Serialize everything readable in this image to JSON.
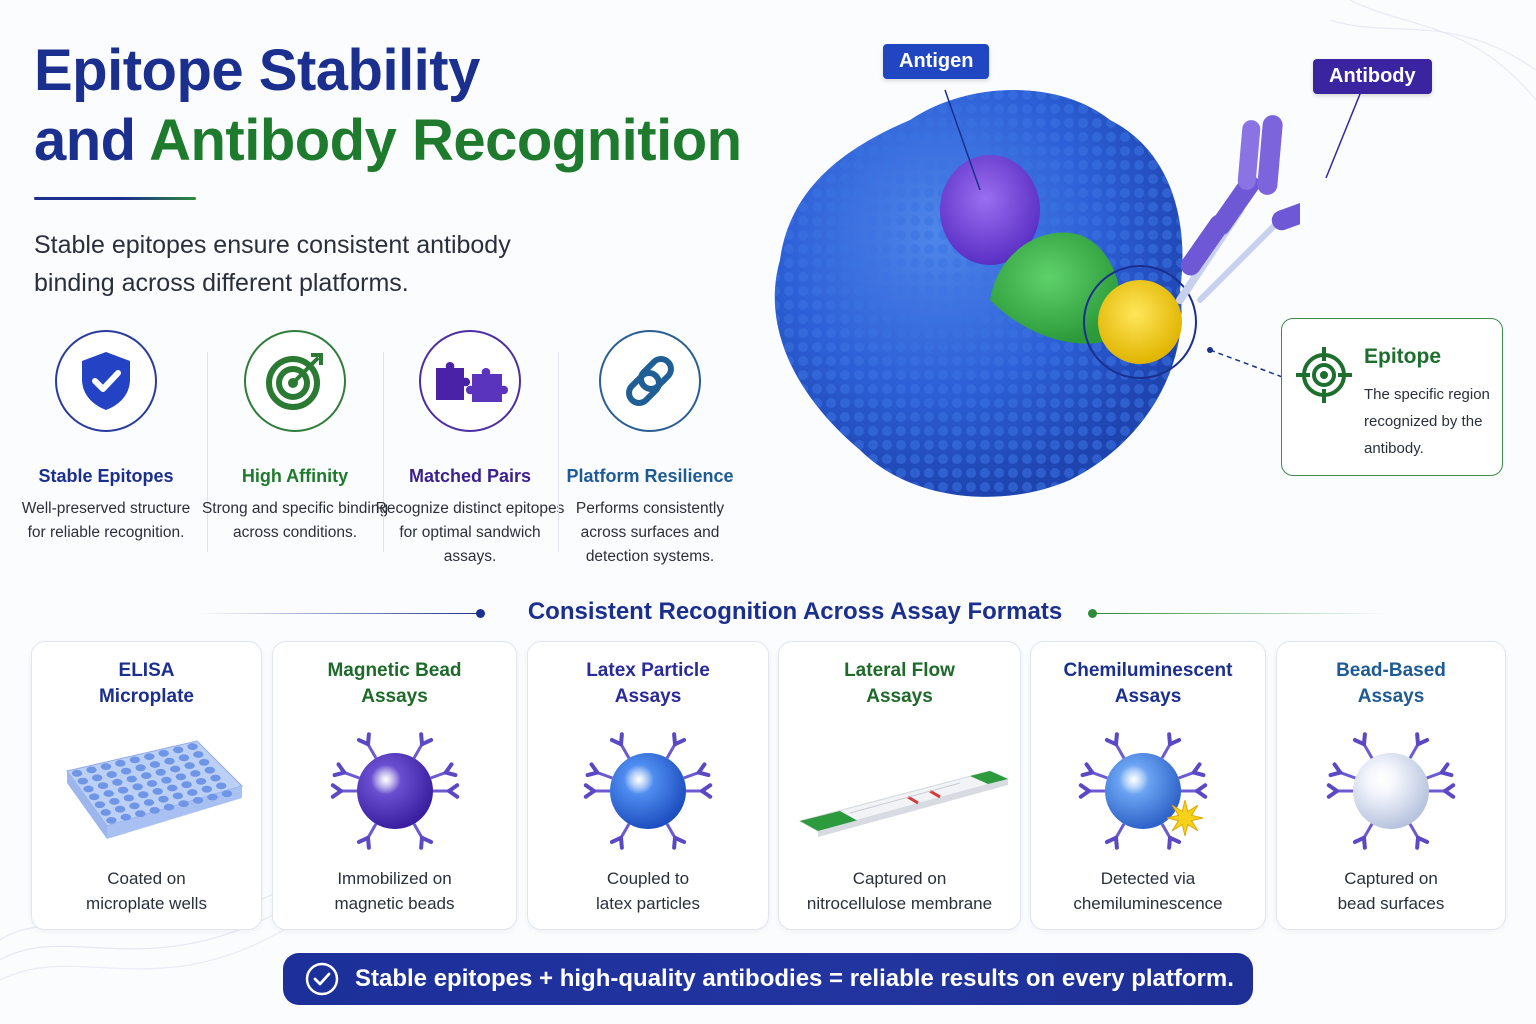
{
  "header": {
    "title_line1": "Epitope Stability",
    "title_line2_part1": "and ",
    "title_line2_part2": "Antibody Recognition",
    "subtitle": "Stable epitopes ensure consistent antibody binding across different platforms."
  },
  "features": [
    {
      "title": "Stable Epitopes",
      "desc": "Well-preserved structure for reliable recognition.",
      "icon": "shield-check-icon",
      "color": "#1b2f8f"
    },
    {
      "title": "High Affinity",
      "desc": "Strong and specific binding across conditions.",
      "icon": "target-arrow-icon",
      "color": "#1e7a2c"
    },
    {
      "title": "Matched Pairs",
      "desc": "Recognize distinct epitopes for optimal sandwich assays.",
      "icon": "puzzle-icon",
      "color": "#3b1f8f"
    },
    {
      "title": "Platform Resilience",
      "desc": "Performs consistently across surfaces and detection systems.",
      "icon": "chain-link-icon",
      "color": "#1e5a94"
    }
  ],
  "diagram": {
    "antigen_label": "Antigen",
    "antibody_label": "Antibody",
    "epitope_title": "Epitope",
    "epitope_desc": "The specific region recognized by the antibody."
  },
  "section": {
    "title": "Consistent Recognition Across Assay Formats"
  },
  "assays": [
    {
      "title1": "ELISA",
      "title2": "Microplate",
      "desc1": "Coated on",
      "desc2": "microplate wells",
      "color": "#1b2f8f"
    },
    {
      "title1": "Magnetic Bead",
      "title2": "Assays",
      "desc1": "Immobilized on",
      "desc2": "magnetic beads",
      "color": "#1e6a2a"
    },
    {
      "title1": "Latex Particle",
      "title2": "Assays",
      "desc1": "Coupled to",
      "desc2": "latex particles",
      "color": "#2a2a9a"
    },
    {
      "title1": "Lateral Flow",
      "title2": "Assays",
      "desc1": "Captured on",
      "desc2": "nitrocellulose membrane",
      "color": "#1e6a2a"
    },
    {
      "title1": "Chemiluminescent",
      "title2": "Assays",
      "desc1": "Detected via",
      "desc2": "chemiluminescence",
      "color": "#1b2f8f"
    },
    {
      "title1": "Bead-Based",
      "title2": "Assays",
      "desc1": "Captured on",
      "desc2": "bead surfaces",
      "color": "#1e5a94"
    }
  ],
  "banner": {
    "text": "Stable epitopes + high-quality antibodies = reliable results on every platform.",
    "icon": "check-circle-icon"
  }
}
